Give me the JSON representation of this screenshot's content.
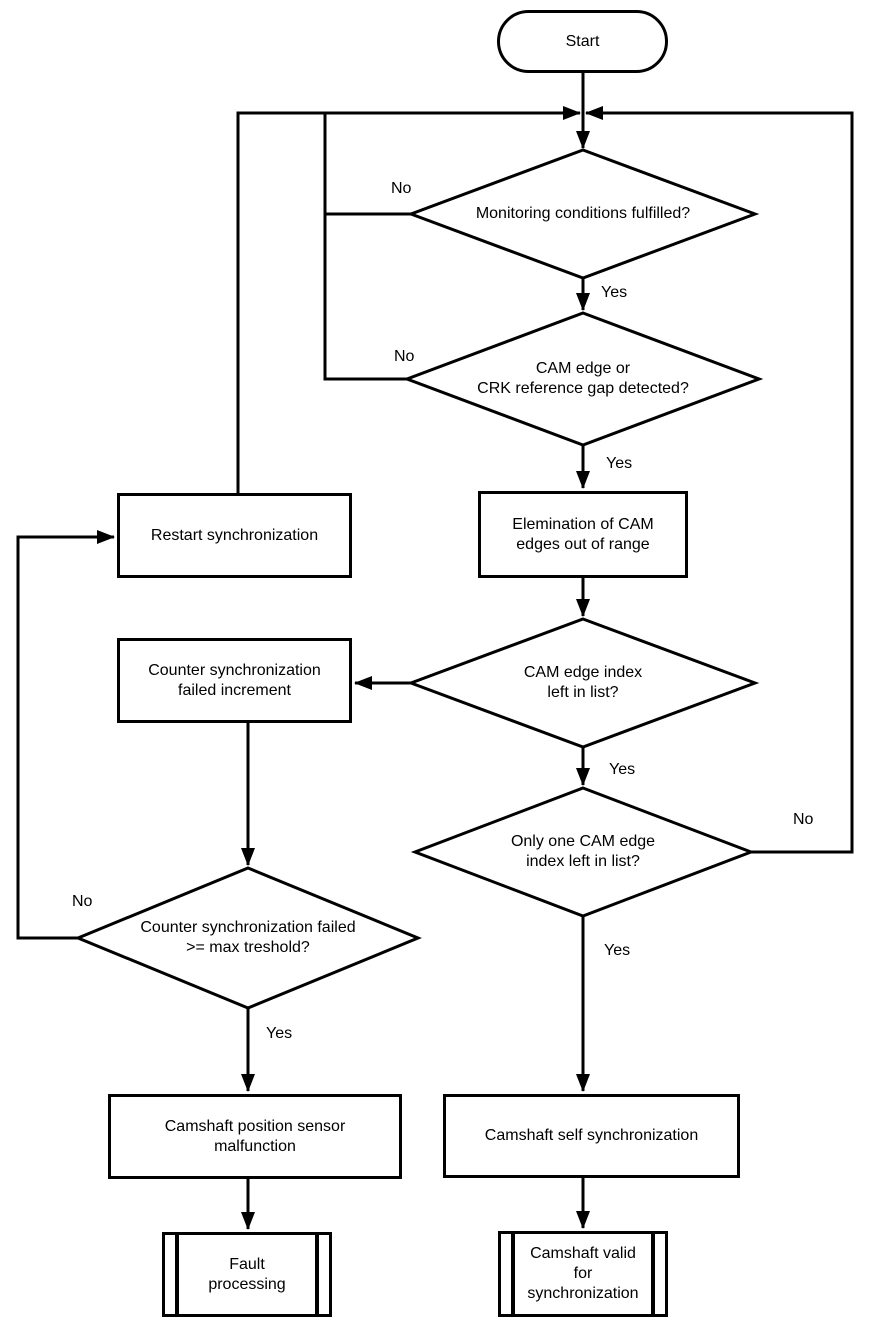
{
  "diagram": {
    "background_color": "#ffffff",
    "line_color": "#000000",
    "text_color": "#000000",
    "labels": {
      "yes": "Yes",
      "no": "No"
    },
    "nodes": {
      "start": "Start",
      "monitoring": "Monitoring conditions fulfilled?",
      "cam_edge_detected": "CAM edge or\nCRK reference gap detected?",
      "elimination": "Elemination of CAM\nedges out of range",
      "restart_sync": "Restart synchronization",
      "cam_index_left": "CAM edge index\nleft in list?",
      "counter_failed_increment": "Counter synchronization\nfailed increment",
      "only_one_cam_edge": "Only one CAM edge\nindex left in list?",
      "counter_failed_max": "Counter synchronization failed\n>= max treshold?",
      "sensor_malfunction": "Camshaft position sensor\nmalfunction",
      "self_sync": "Camshaft self synchronization",
      "fault_processing": "Fault\nprocessing",
      "valid_for_sync": "Camshaft valid\nfor\nsynchronization"
    }
  }
}
